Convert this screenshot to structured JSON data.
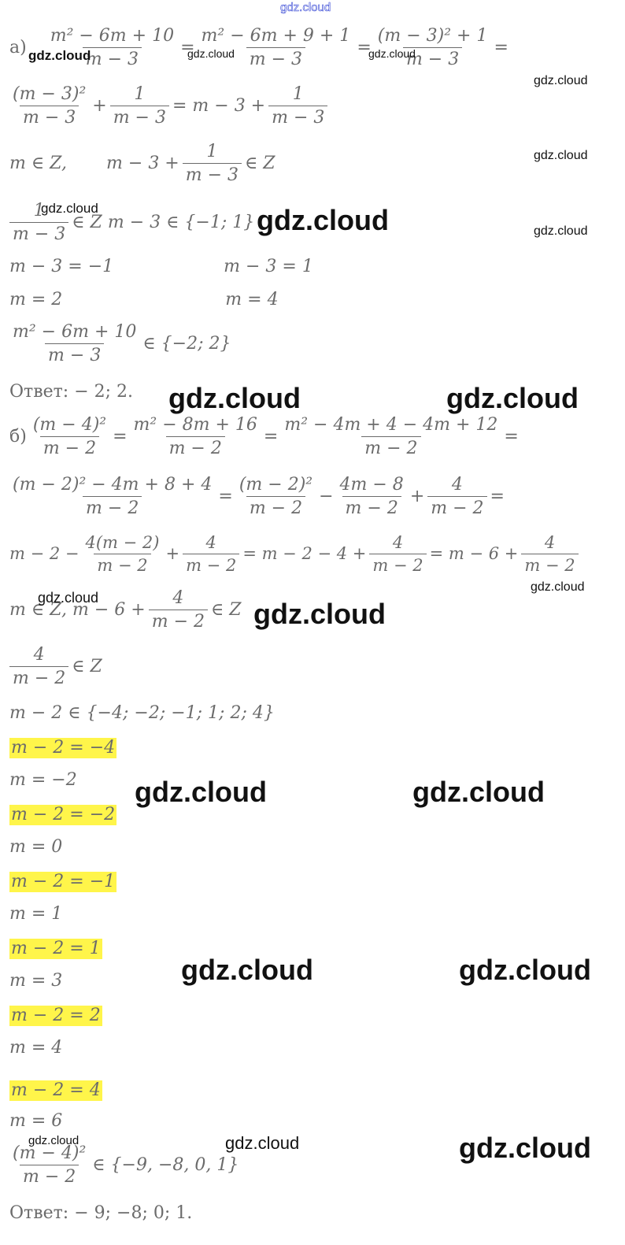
{
  "watermark": "gdz.cloud",
  "part_a": {
    "label": "а)",
    "row1": {
      "f1_num": "m² − 6m + 10",
      "f1_den": "m − 3",
      "f2_num": "m² − 6m + 9 + 1",
      "f2_den": "m − 3",
      "f3_num": "(m − 3)² + 1",
      "f3_den": "m − 3"
    },
    "row2": {
      "f1_num": "(m − 3)²",
      "f1_den": "m − 3",
      "f2_num": "1",
      "f2_den": "m − 3",
      "mid": "= m − 3 +",
      "f3_num": "1",
      "f3_den": "m − 3"
    },
    "row3": {
      "left": "m ∈ Z,",
      "mid": "m − 3 +",
      "f_num": "1",
      "f_den": "m − 3",
      "right": "∈ Z"
    },
    "row4": {
      "f_num": "1",
      "f_den": "m − 3",
      "right": "∈ Z  m − 3 ∈ {−1; 1}"
    },
    "row5": {
      "left": "m − 3 = −1",
      "right": "m − 3 = 1"
    },
    "row6": {
      "left": "m = 2",
      "right": "m = 4"
    },
    "row7": {
      "f_num": "m² − 6m + 10",
      "f_den": "m − 3",
      "right": "∈ {−2; 2}"
    },
    "answer": "Ответ:  − 2; 2."
  },
  "part_b": {
    "label": "б)",
    "row1": {
      "f1_num": "(m − 4)²",
      "f1_den": "m − 2",
      "f2_num": "m² − 8m + 16",
      "f2_den": "m − 2",
      "f3_num": "m² − 4m + 4 − 4m + 12",
      "f3_den": "m − 2"
    },
    "row2": {
      "f1_num": "(m − 2)² − 4m + 8 + 4",
      "f1_den": "m − 2",
      "f2_num": "(m − 2)²",
      "f2_den": "m − 2",
      "f3_num": "4m − 8",
      "f3_den": "m − 2",
      "f4_num": "4",
      "f4_den": "m − 2"
    },
    "row3": {
      "a": "m − 2 −",
      "f1_num": "4(m − 2)",
      "f1_den": "m − 2",
      "f2_num": "4",
      "f2_den": "m − 2",
      "b": "= m − 2 − 4 +",
      "f3_num": "4",
      "f3_den": "m − 2",
      "c": "= m − 6 +",
      "f4_num": "4",
      "f4_den": "m − 2"
    },
    "row4": {
      "left": "m ∈ Z,  m − 6 +",
      "f_num": "4",
      "f_den": "m − 2",
      "right": "∈ Z"
    },
    "row5": {
      "f_num": "4",
      "f_den": "m − 2",
      "right": "∈ Z"
    },
    "row6": "m − 2 ∈ {−4;  −2;  −1; 1; 2; 4}",
    "cases": [
      {
        "eq": "m − 2 = −4",
        "res": "m = −2"
      },
      {
        "eq": "m − 2 = −2",
        "res": "m = 0"
      },
      {
        "eq": "m − 2 = −1",
        "res": "m = 1"
      },
      {
        "eq": "m − 2 = 1",
        "res": "m = 3"
      },
      {
        "eq": "m − 2 = 2",
        "res": "m = 4"
      },
      {
        "eq": "m − 2 = 4",
        "res": "m = 6"
      }
    ],
    "final": {
      "f_num": "(m − 4)²",
      "f_den": "m − 2",
      "right": "∈ {−9, −8, 0, 1}"
    },
    "answer": "Ответ:  − 9;  −8; 0; 1."
  }
}
